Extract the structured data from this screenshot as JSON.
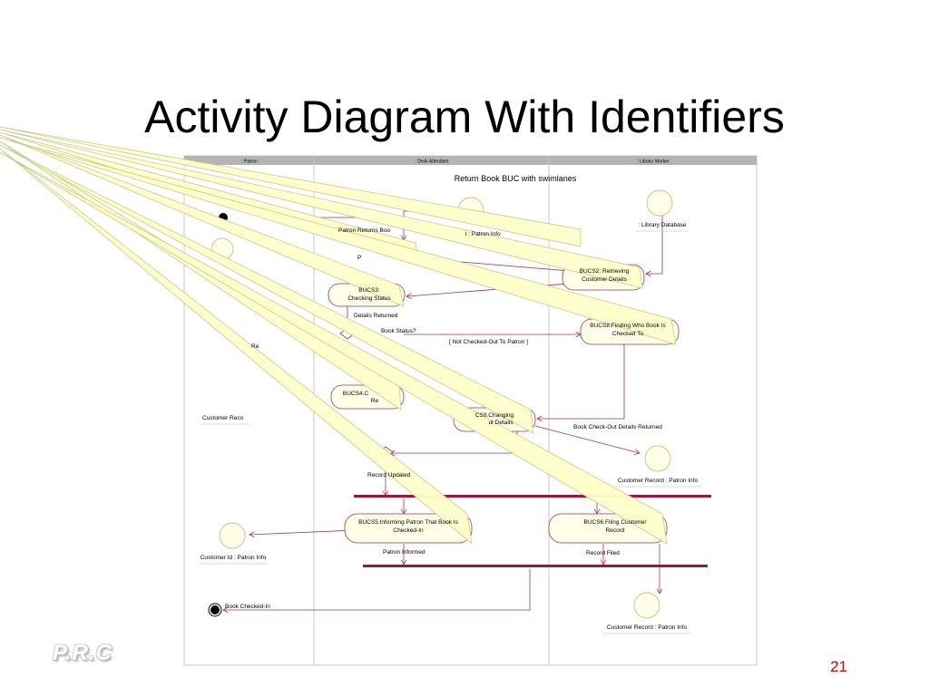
{
  "slide": {
    "title": "Activity Diagram With Identifiers",
    "page_number": "21",
    "logo_text": "P.R.C"
  },
  "diagram": {
    "caption": "Return Book BUC with swimlanes",
    "lanes": [
      ": Patron",
      ": Desk Attendant",
      ": Library  Worker"
    ],
    "activities": {
      "bucs2": [
        "BUCS2: Retrieving",
        "Customer Details"
      ],
      "bucs3": [
        "BUCS3:",
        "Checking Status"
      ],
      "bucs8": [
        "BUCS8.Finding Who Book Is",
        "Checked To"
      ],
      "bucs4": [
        "BUCS4.C",
        "Re"
      ],
      "bucs9": [
        "CS9.Changing",
        "ut Details"
      ],
      "bucs5": [
        "BUCS5.Informing Patron That Book Is",
        "Checked-In"
      ],
      "bucs6": [
        "BUCS6.Filing Customer",
        "Record"
      ]
    },
    "objects": {
      "library_database": ": Library Database",
      "patron_info_top": "l : Patron Info",
      "customer_record_left": "Customer Reco",
      "customer_record_right": "Customer Record : Patron Info",
      "customer_id": "Customer Id : Patron Info",
      "customer_record_bottom": "Customer  Record : Patron Info"
    },
    "flow_labels": {
      "patron_returns": "Patron Returns Boo",
      "details_returned": "Details Returned",
      "book_status": "Book Status?",
      "not_checked_out": "[ Not Checked-Out To Patron ]",
      "book_checkout_returned": "Book Check-Out Details Returned",
      "record_updated": "Record Updated",
      "patron_informed": "Patron Informed",
      "record_filed": "Record Filed",
      "book_checked_in": "Book Checked-In",
      "fragment_p": "P",
      "fragment_r": "Re"
    },
    "colors": {
      "callout_fill": "#ffffcc",
      "callout_stroke": "#c8c88c",
      "flow_line": "#a0325a",
      "sync_bar": "#a0143c",
      "lane_header": "#b4b4b4",
      "object_fill": "#ffffe8"
    }
  }
}
